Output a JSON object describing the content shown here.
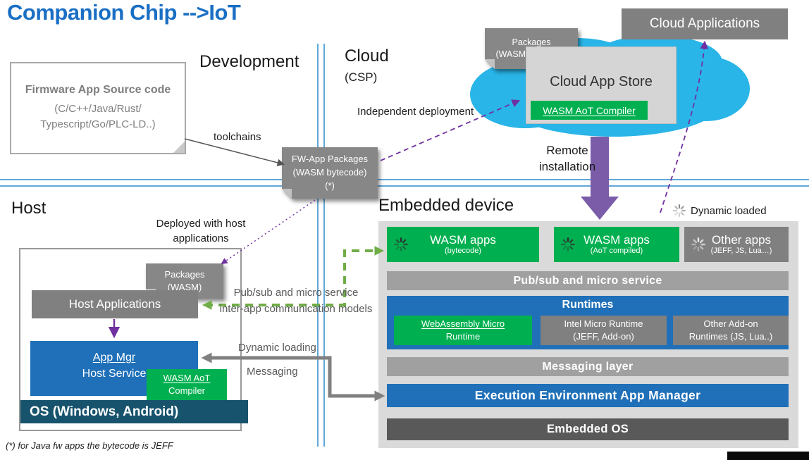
{
  "title": "Companion Chip -->IoT",
  "footnote": "(*) for Java fw apps the bytecode is JEFF",
  "headings": {
    "development": "Development",
    "cloud": "Cloud",
    "cloud_sub": "(CSP)",
    "host": "Host",
    "embedded": "Embedded device"
  },
  "labels": {
    "toolchains": "toolchains",
    "independent_deployment": "Independent deployment",
    "remote_line1": "Remote",
    "remote_line2": "installation",
    "dynamic_loaded": "Dynamic loaded",
    "deployed_line1": "Deployed with host",
    "deployed_line2": "applications",
    "pubsub_line1": "Pub/sub and micro service",
    "pubsub_line2": "inter-app communication models",
    "dynamic_loading": "Dynamic loading",
    "messaging": "Messaging"
  },
  "development": {
    "firmware": {
      "title": "Firmware App Source code",
      "line2": "(C/C++/Java/Rust/",
      "line3": "Typescript/Go/PLC-LD..)"
    },
    "fw_packages": {
      "line1": "FW-App Packages",
      "line2": "(WASM bytecode)",
      "line3": "(*)"
    }
  },
  "cloud": {
    "packages": {
      "line1": "Packages",
      "line2": "(WASM bytecode)"
    },
    "app_store_title": "Cloud App Store",
    "aot_compiler": "WASM AoT Compiler",
    "applications": "Cloud Applications"
  },
  "host": {
    "packages": {
      "line1": "Packages",
      "line2": "(WASM)"
    },
    "host_applications": "Host Applications",
    "app_mgr": {
      "line1": "App Mgr",
      "line2": "Host Service"
    },
    "aot_compiler": {
      "line1": "WASM AoT",
      "line2": "Compiler"
    },
    "os_bar": "OS (Windows, Android)"
  },
  "embedded": {
    "apps": [
      {
        "title": "WASM apps",
        "subtitle": "(bytecode)"
      },
      {
        "title": "WASM apps",
        "subtitle": "(AoT compiled)"
      },
      {
        "title": "Other apps",
        "subtitle": "(JEFF, JS, Lua…)"
      }
    ],
    "pubsub_bar": "Pub/sub and micro service",
    "runtimes_title": "Runtimes",
    "runtimes": [
      {
        "line1": "WebAssembly Micro",
        "line2": "Runtime"
      },
      {
        "line1": "Intel Micro Runtime",
        "line2": "(JEFF, Add-on)"
      },
      {
        "line1": "Other Add-on",
        "line2": "Runtimes (JS, Lua..)"
      }
    ],
    "messaging_bar": "Messaging layer",
    "exec_env_bar": "Execution Environment App Manager",
    "os_bar": "Embedded OS"
  },
  "icons": {
    "spinner": "loading-spinner-icon"
  },
  "colors": {
    "title_blue": "#1A6FC4",
    "green": "#00B050",
    "gray": "#808080",
    "bar_gray": "#A0A0A0",
    "blue": "#1F70B8",
    "dark_gray": "#595959",
    "os_teal": "#17536C",
    "cloud_cyan": "#29B5E8",
    "purple": "#7030A0",
    "block_arrow_purple": "#7A5CA8",
    "divider_blue": "#5FA8D8",
    "panel_gray": "#DADADA"
  }
}
